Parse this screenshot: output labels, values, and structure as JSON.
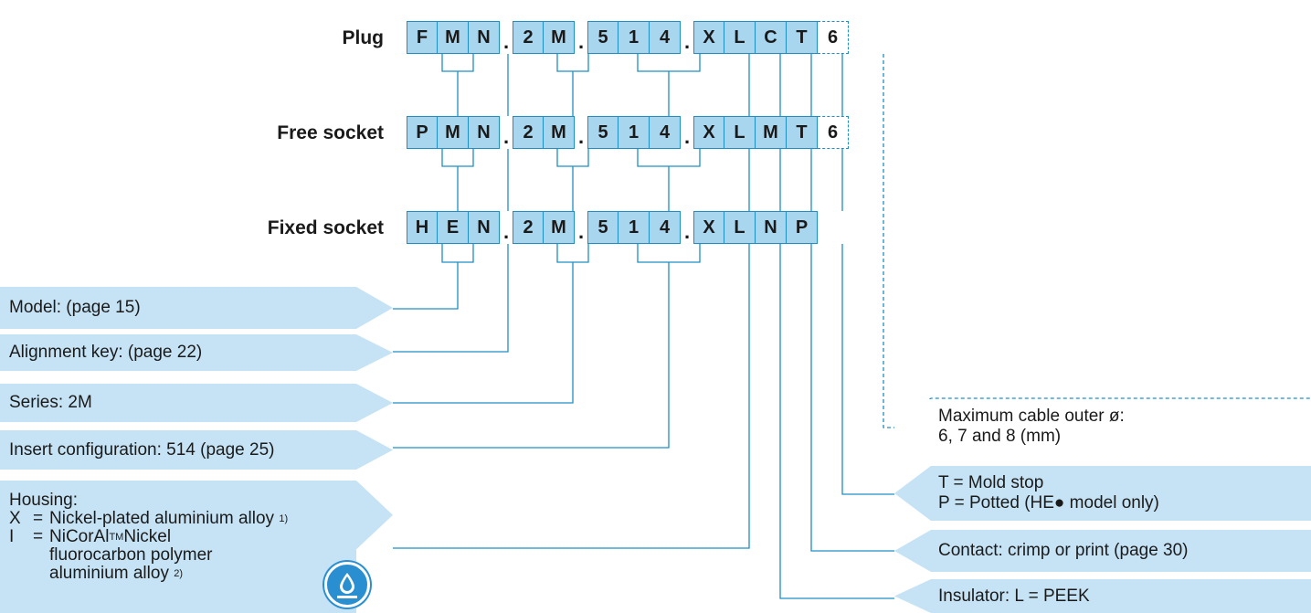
{
  "rows": [
    {
      "label": "Plug",
      "codes": [
        "F",
        "M",
        "N",
        "2",
        "M",
        "5",
        "1",
        "4",
        "X",
        "L",
        "C",
        "T"
      ],
      "suffix": "6"
    },
    {
      "label": "Free socket",
      "codes": [
        "P",
        "M",
        "N",
        "2",
        "M",
        "5",
        "1",
        "4",
        "X",
        "L",
        "M",
        "T"
      ],
      "suffix": "6"
    },
    {
      "label": "Fixed socket",
      "codes": [
        "H",
        "E",
        "N",
        "2",
        "M",
        "5",
        "1",
        "4",
        "X",
        "L",
        "N",
        "P"
      ],
      "suffix": ""
    }
  ],
  "separator": ".",
  "left_tags": {
    "model": "Model: (page 15)",
    "alignment": "Alignment key: (page 22)",
    "series": "Series: 2M",
    "insert": "Insert configuration: 514 (page 25)"
  },
  "housing": {
    "title": "Housing:",
    "x_key": "X",
    "x_text": "Nickel-plated aluminium alloy",
    "x_note": "1)",
    "i_key": "I",
    "i_text1": "NiCorAl",
    "i_tm": "TM",
    "i_text1b": " Nickel",
    "i_text2": "fluorocarbon polymer",
    "i_text3": "aluminium alloy",
    "i_note": "2)",
    "eq": "="
  },
  "right_tags": {
    "cable_line1": "Maximum cable outer ø:",
    "cable_line2": "6, 7 and 8 (mm)",
    "mold_line1": "T  = Mold stop",
    "mold_line2": "P  = Potted (HE● model only)",
    "contact": "Contact: crimp or print (page 30)",
    "insulator": "Insulator: L = PEEK"
  },
  "colors": {
    "cell_fill": "#a9d6ef",
    "cell_border": "#1e8fc6",
    "tag_fill": "#c6e3f5",
    "line": "#1e8fc6"
  }
}
